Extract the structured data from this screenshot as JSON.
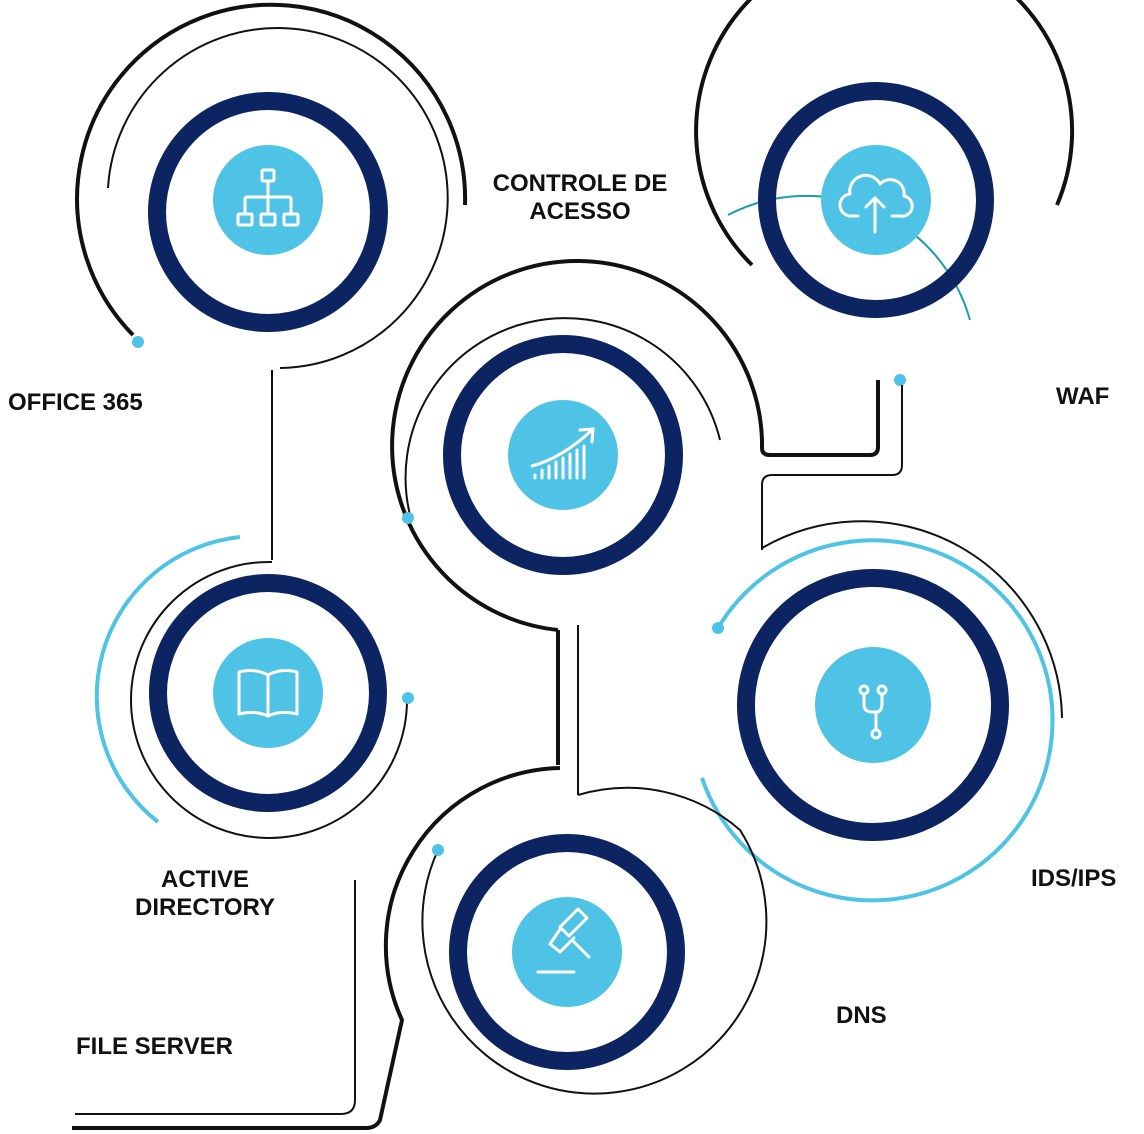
{
  "labels": {
    "office365": "OFFICE 365",
    "controle_line1": "CONTROLE DE",
    "controle_line2": "ACESSO",
    "waf": "WAF",
    "active_line1": "ACTIVE",
    "active_line2": "DIRECTORY",
    "ids_ips": "IDS/IPS",
    "dns": "DNS",
    "file_server": "FILE SERVER"
  },
  "colors": {
    "navy": "#0c2461",
    "light_blue": "#4fc3e6",
    "teal": "#1a9bb0",
    "black": "#111111"
  },
  "nodes": [
    {
      "id": "office365",
      "icon": "network-hierarchy-icon"
    },
    {
      "id": "waf",
      "icon": "cloud-upload-icon"
    },
    {
      "id": "center",
      "icon": "growth-chart-icon"
    },
    {
      "id": "active-directory",
      "icon": "open-book-icon"
    },
    {
      "id": "ids-ips",
      "icon": "fork-connector-icon"
    },
    {
      "id": "dns",
      "icon": "gavel-icon"
    }
  ]
}
